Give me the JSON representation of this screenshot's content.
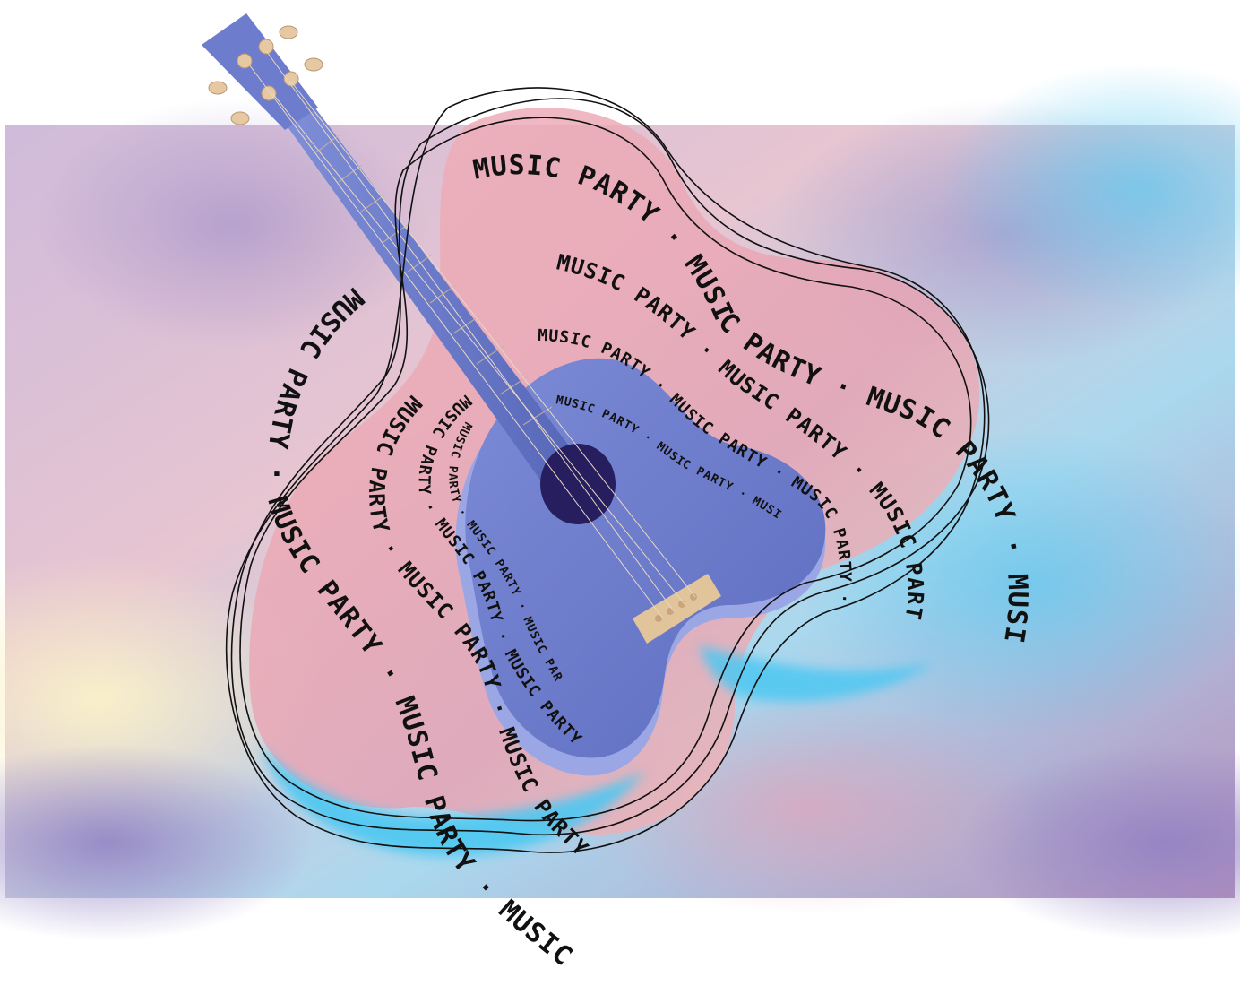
{
  "poster": {
    "repeat_phrase": "MUSIC PARTY",
    "separator": " · ",
    "rings": [
      {
        "text": "MUSIC PARTY · MUSIC PARTY · MUSIC PARTY · MUSIC PARTY · MUSIC PARTY · MUSIC",
        "size": 30
      },
      {
        "text": "MUSIC PARTY · MUSIC PARTY · MUSIC PARTY · MUSIC PARTY · MUSIC PARTY · MUSIC",
        "size": 24
      },
      {
        "text": "MUSIC PARTY · MUSIC PARTY · MUSIC PARTY · MUSIC PARTY · MUSIC PARTY · MUSIC",
        "size": 18
      },
      {
        "text": "MUSIC PARTY · MUSIC PARTY · MUSIC PARTY · MUSIC PARTY · MUSIC PARTY · MUSIC",
        "size": 13
      }
    ],
    "colors": {
      "bg_pink": "#e7a7b4",
      "bg_lavender": "#c7b6dc",
      "bg_sky": "#9fd4ef",
      "bg_cyan": "#55c8ef",
      "bg_purple": "#9a86c8",
      "guitar_body": "#6e7fcb",
      "guitar_body_dark": "#4a58a8",
      "guitar_side": "#9aa7e4",
      "sound_hole": "#261e5e",
      "tuning_pegs": "#e6c9a3",
      "bridge": "#e2c49b",
      "ink": "#111111"
    }
  }
}
